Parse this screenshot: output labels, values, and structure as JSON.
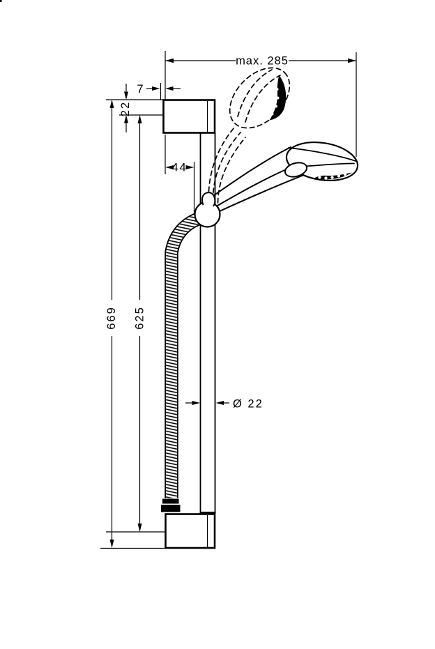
{
  "meta": {
    "background_color": "#ffffff",
    "line_color": "#000000",
    "drawing_kind": "technical dimension drawing of a shower slide-bar set with hand shower and hose"
  },
  "dimensions": {
    "max_reach": "max. 285",
    "bracket_offset": "7",
    "bracket_height": "22",
    "wall_distance": "44",
    "overall_height": "669",
    "bar_length": "625",
    "bar_diameter": "Ø 22"
  }
}
